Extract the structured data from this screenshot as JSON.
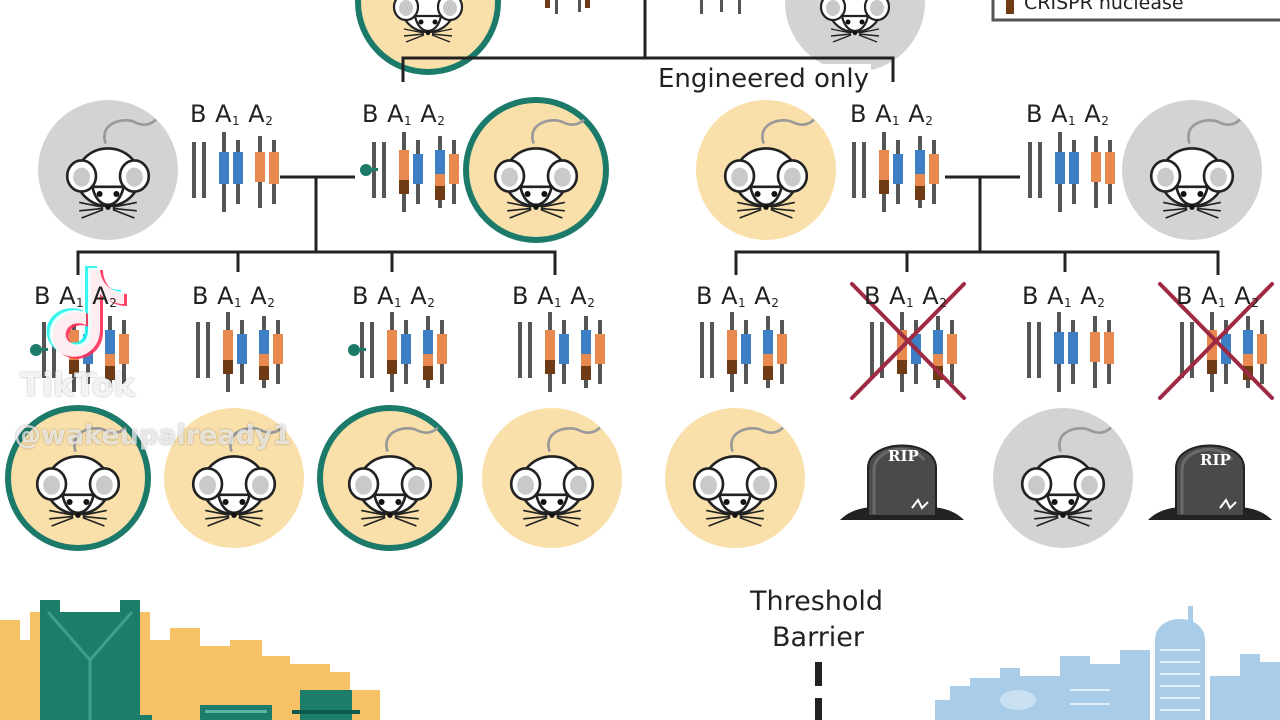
{
  "legend": {
    "crispr_label": "CRISPR nuclease"
  },
  "labels": {
    "engineered_only": "Engineered only",
    "threshold_line1": "Threshold",
    "threshold_line2": "Barrier",
    "gene_b": "B",
    "gene_a": "A",
    "sub1": "1",
    "sub2": "2",
    "rip": "RIP"
  },
  "watermark": {
    "app": "TikTok",
    "handle": "@wakeupalready1"
  },
  "colors": {
    "wild_gray": "#d3d3d3",
    "engineered_tan": "#f9dfa9",
    "carrier_ring": "#1c7a6b",
    "allele_blue": "#3d7ec4",
    "allele_orange": "#e8894f",
    "nuclease_brown": "#6e3b15",
    "cross_red": "#9e2a44",
    "city_left": "#f7c266",
    "city_left_building": "#1d7d6b",
    "city_right": "#a9cde8"
  }
}
